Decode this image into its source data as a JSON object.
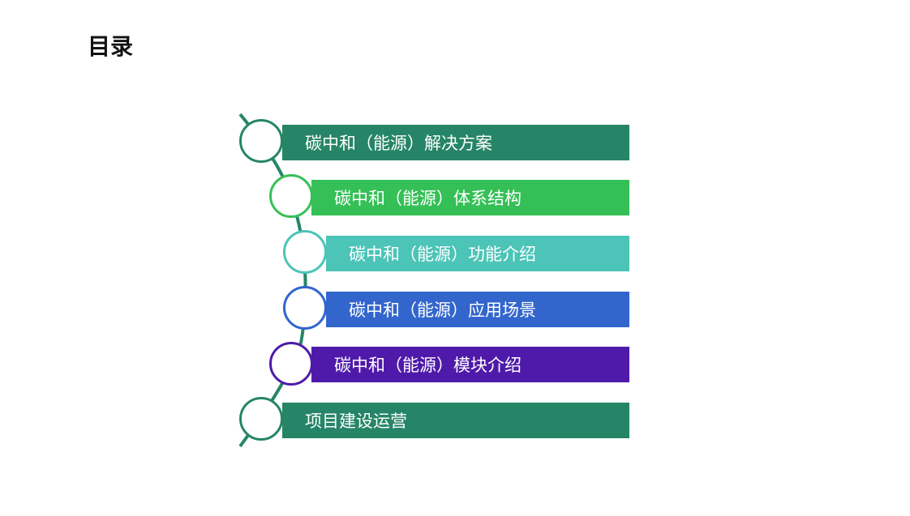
{
  "page": {
    "title": "目录"
  },
  "toc": {
    "items": [
      {
        "label": "碳中和（能源）解决方案",
        "color": "#268567"
      },
      {
        "label": "碳中和（能源）体系结构",
        "color": "#35c057"
      },
      {
        "label": "碳中和（能源）功能介绍",
        "color": "#4cc4b7"
      },
      {
        "label": "碳中和（能源）应用场景",
        "color": "#3366cc"
      },
      {
        "label": "碳中和（能源）模块介绍",
        "color": "#4f1aaa"
      },
      {
        "label": "项目建设运营",
        "color": "#268567"
      }
    ]
  }
}
